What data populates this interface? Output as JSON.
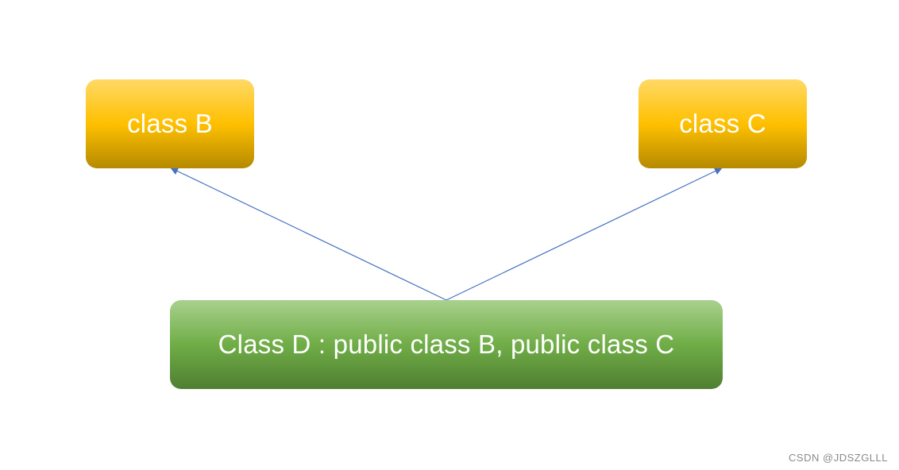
{
  "nodes": {
    "b": {
      "label": "class B"
    },
    "c": {
      "label": "class C"
    },
    "d": {
      "label": "Class D : public class B, public class C"
    }
  },
  "edges": [
    {
      "from": "d",
      "to": "b",
      "style": "inheritance-arrow"
    },
    {
      "from": "d",
      "to": "c",
      "style": "inheritance-arrow"
    }
  ],
  "colors": {
    "base_class_fill": "#ffc000",
    "derived_class_fill": "#70ad47",
    "arrow": "#4472c4",
    "label_text": "#ffffff"
  },
  "watermark": "CSDN @JDSZGLLL"
}
